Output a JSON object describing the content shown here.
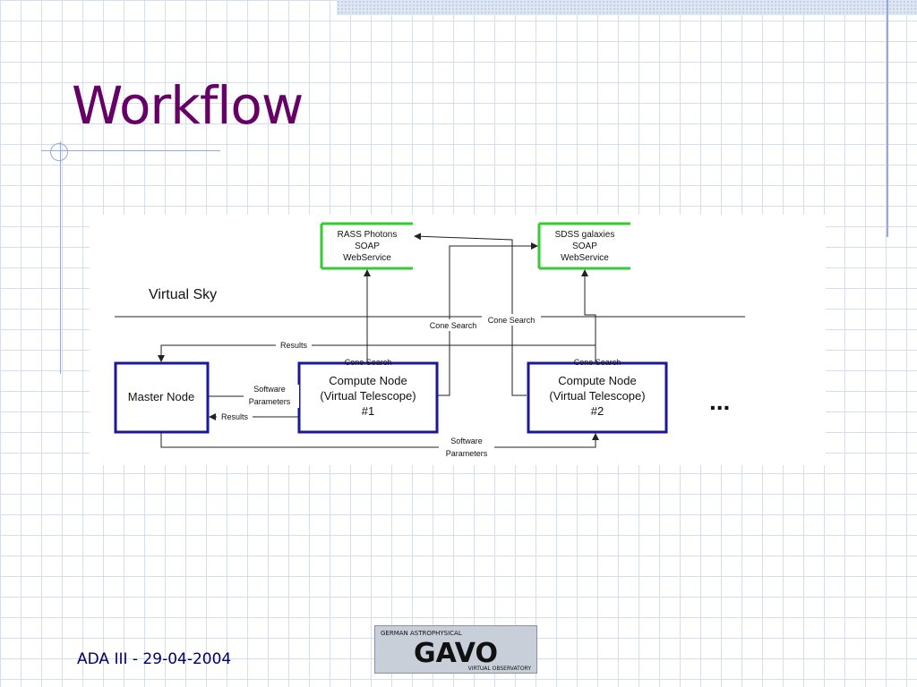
{
  "slide": {
    "title": "Workflow",
    "footer": "ADA III - 29-04-2004"
  },
  "diagram": {
    "virtual_sky_label": "Virtual Sky",
    "rass_service": {
      "line1": "RASS Photons",
      "line2": "SOAP",
      "line3": "WebService"
    },
    "sdss_service": {
      "line1": "SDSS galaxies",
      "line2": "SOAP",
      "line3": "WebService"
    },
    "master_node": {
      "label": "Master Node"
    },
    "compute_node_1": {
      "line1": "Compute Node",
      "line2": "(Virtual Telescope)",
      "line3": "#1"
    },
    "compute_node_2": {
      "line1": "Compute Node",
      "line2": "(Virtual Telescope)",
      "line3": "#2"
    },
    "ellipsis": "...",
    "edge_labels": {
      "results_top": "Results",
      "software_parameters_1_line1": "Software",
      "software_parameters_1_line2": "Parameters",
      "results_2": "Results",
      "cone_search_1": "Cone Search",
      "cone_search_2": "Cone Search",
      "cone_search_mid_1": "Cone Search",
      "cone_search_mid_2": "Cone Search",
      "software_parameters_bottom_line1": "Software",
      "software_parameters_bottom_line2": "Parameters"
    },
    "colors": {
      "service_border": "#33cc33",
      "node_border": "#1a1a99",
      "line": "#222222"
    }
  },
  "logo": {
    "top_text": "GERMAN ASTROPHYSICAL",
    "main_text": "GAVO",
    "bottom_text": "VIRTUAL OBSERVATORY"
  }
}
